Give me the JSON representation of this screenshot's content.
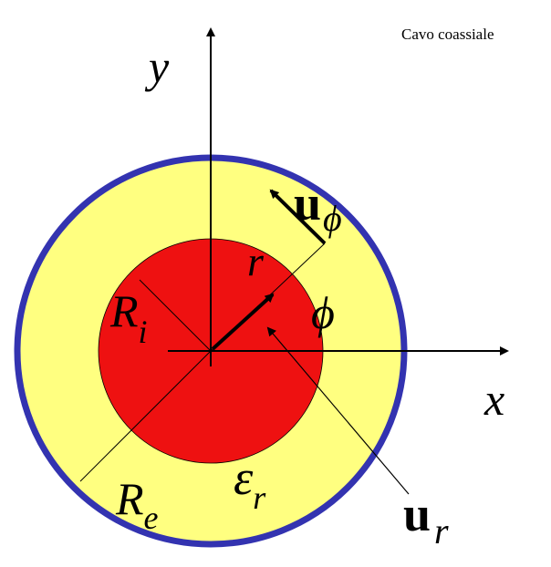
{
  "title": "Cavo coassiale",
  "colors": {
    "outer_conductor": "#3333b0",
    "dielectric": "#ffff80",
    "inner_conductor": "#ee1111",
    "lines": "#000000"
  },
  "labels": {
    "axis_x": "x",
    "axis_y": "y",
    "r": "r",
    "phi": "ϕ",
    "u_phi_base": "u",
    "u_phi_sub": "ϕ",
    "u_r_base": "u",
    "u_r_sub": "r",
    "Ri_base": "R",
    "Ri_sub": "i",
    "Re_base": "R",
    "Re_sub": "e",
    "eps_base": "ε",
    "eps_sub": "r"
  }
}
